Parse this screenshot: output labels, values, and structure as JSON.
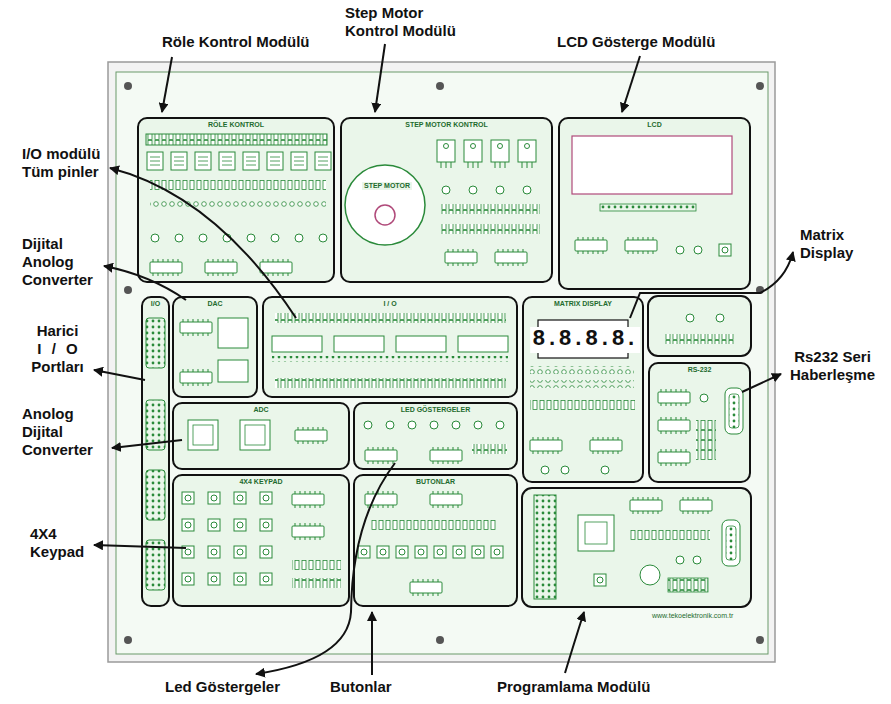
{
  "diagram": {
    "nodes": [
      {
        "text": [
          "RÖLE KONTROL"
        ]
      },
      {
        "text": [
          "STEP MOTOR KONTROL",
          "STEP MOTOR"
        ]
      },
      {
        "text": [
          "LCD"
        ]
      },
      {
        "text": [
          "I/O"
        ]
      },
      {
        "text": [
          "DAC"
        ]
      },
      {
        "text": [
          "I / O"
        ]
      },
      {
        "text": [
          "MATRIX DISPLAY",
          "8.8.8.8."
        ]
      },
      {
        "text": [
          "RS-232"
        ]
      },
      {
        "text": [
          "ADC"
        ]
      },
      {
        "text": [
          "LED GÖSTERGELER"
        ]
      },
      {
        "text": [
          "4X4 KEYPAD"
        ]
      },
      {
        "text": [
          "BUTONLAR"
        ]
      }
    ],
    "labels": [
      "Step Motor Kontrol Modülü",
      "Röle Kontrol Modülü",
      "LCD Gösterge Modülü",
      "I/O modülü Tüm pinler",
      "Dijital Anolog Converter",
      "Matrix Display",
      "Harici I / O Portları",
      "Rs232 Seri Haberleşme",
      "Anolog Dijital Converter",
      "4X4 Keypad",
      "www.tekoelektronik.com.tr",
      "Led Göstergeler",
      "Butonlar",
      "Programlama Modülü"
    ]
  }
}
